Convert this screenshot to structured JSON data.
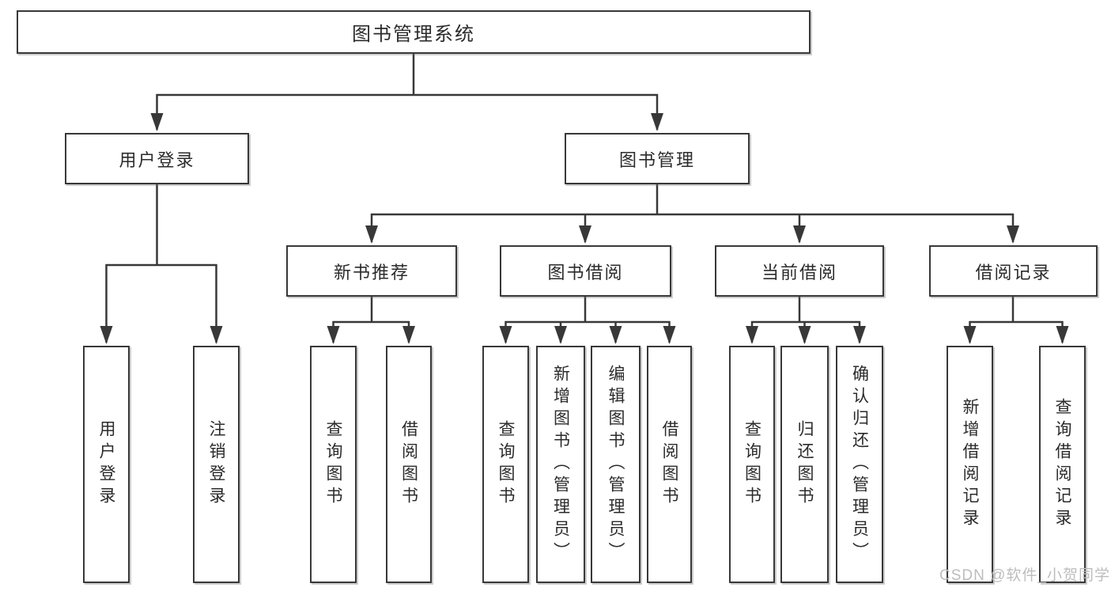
{
  "page": {
    "background_color": "#ffffff",
    "watermark": "CSDN @软件_小贺同学",
    "watermark_color": "#bdbdbd"
  },
  "diagram": {
    "line_color": "#383838",
    "box_border_color": "#383838",
    "text_color": "#2b2b2b",
    "tree": {
      "label": "图书管理系统",
      "children": [
        {
          "label": "用户登录",
          "children": [
            {
              "label": "用户登录"
            },
            {
              "label": "注销登录"
            }
          ]
        },
        {
          "label": "图书管理",
          "children": [
            {
              "label": "新书推荐",
              "children": [
                {
                  "label": "查询图书"
                },
                {
                  "label": "借阅图书"
                }
              ]
            },
            {
              "label": "图书借阅",
              "children": [
                {
                  "label": "查询图书"
                },
                {
                  "label": "新增图书（管理员）"
                },
                {
                  "label": "编辑图书（管理员）"
                },
                {
                  "label": "借阅图书"
                }
              ]
            },
            {
              "label": "当前借阅",
              "children": [
                {
                  "label": "查询图书"
                },
                {
                  "label": "归还图书"
                },
                {
                  "label": "确认归还（管理员）"
                }
              ]
            },
            {
              "label": "借阅记录",
              "children": [
                {
                  "label": "新增借阅记录"
                },
                {
                  "label": "查询借阅记录"
                }
              ]
            }
          ]
        }
      ]
    }
  }
}
